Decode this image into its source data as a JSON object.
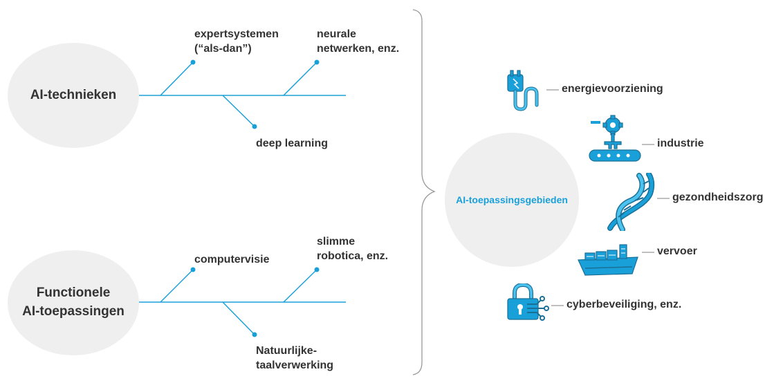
{
  "techniques": {
    "title": "AI-technieken",
    "branches": [
      "expertsystemen\n(“als-dan”)",
      "neurale\nnetwerken, enz.",
      "deep learning"
    ]
  },
  "functional": {
    "title": "Functionele\nAI-toepassingen",
    "branches": [
      "computervisie",
      "slimme\nrobotica, enz.",
      "Natuurlijke-\ntaalverwerking"
    ]
  },
  "application_areas": {
    "title": "AI-toepassingsgebieden",
    "items": [
      {
        "label": "energievoorziening",
        "icon": "power-plug-icon"
      },
      {
        "label": "industrie",
        "icon": "industrial-robot-icon"
      },
      {
        "label": "gezondheidszorg",
        "icon": "dna-icon"
      },
      {
        "label": "vervoer",
        "icon": "cargo-ship-icon"
      },
      {
        "label": "cyberbeveiliging, enz.",
        "icon": "padlock-circuit-icon"
      }
    ]
  },
  "colors": {
    "accent": "#1aa0d9",
    "circle_fill": "#efefef",
    "text": "#333333",
    "brace": "#999999"
  }
}
